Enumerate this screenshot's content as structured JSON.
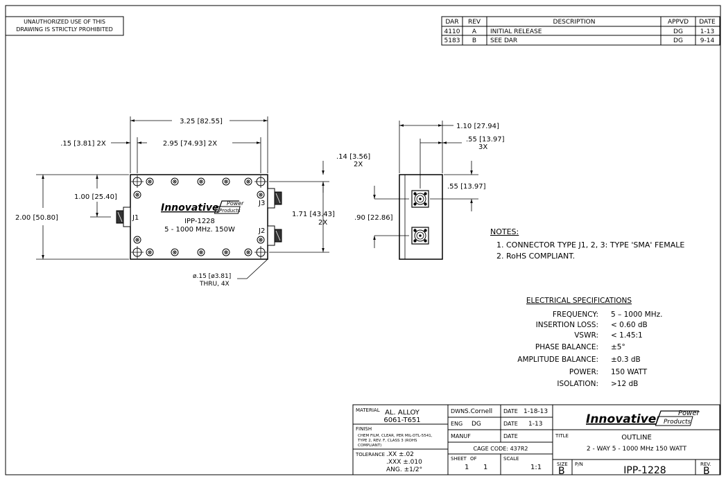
{
  "warning": [
    "UNAUTHORIZED USE OF THIS",
    "DRAWING IS STRICTLY PROHIBITED"
  ],
  "revision_table": {
    "headers": [
      "DAR",
      "REV",
      "DESCRIPTION",
      "APPVD",
      "DATE"
    ],
    "rows": [
      [
        "4110",
        "A",
        "INITIAL RELEASE",
        "DG",
        "1-13"
      ],
      [
        "5183",
        "B",
        "SEE DAR",
        "DG",
        "9-14"
      ]
    ]
  },
  "front_view": {
    "dim_overall_length": "3.25 [82.55]",
    "dim_edge_offset": ".15 [3.81] 2X",
    "dim_hole_spacing": "2.95 [74.93] 2X",
    "dim_top_offset": ".14 [3.56]",
    "dim_top_offset_qty": "2X",
    "dim_height": "2.00 [50.80]",
    "dim_j1_height": "1.00 [25.40]",
    "dim_hole_spacing_v": "1.71 [43.43]",
    "dim_hole_spacing_v_qty": "2X",
    "hole_callout": [
      "ø.15 [ø3.81]",
      "THRU, 4X"
    ],
    "connectors": [
      "J1",
      "J2",
      "J3"
    ],
    "logo_word": "Innovative",
    "logo_power": "Power",
    "logo_products": "Products",
    "model": "IPP-1228",
    "model_desc": "5 - 1000 MHz. 150W"
  },
  "side_view": {
    "dim_width": "1.10 [27.94]",
    "dim_conn_offset": ".55 [13.97]",
    "dim_conn_offset_qty": "3X",
    "dim_conn_top": ".55 [13.97]",
    "dim_conn_spacing": ".90 [22.86]"
  },
  "notes": {
    "title": "NOTES:",
    "items": [
      "1. CONNECTOR TYPE J1, 2, 3: TYPE 'SMA' FEMALE",
      "2. RoHS COMPLIANT."
    ]
  },
  "specs": {
    "title": "ELECTRICAL SPECIFICATIONS",
    "rows": [
      {
        "label": "FREQUENCY:",
        "value": "5 – 1000 MHz."
      },
      {
        "label": "INSERTION LOSS:",
        "value": "< 0.60 dB"
      },
      {
        "label": "VSWR:",
        "value": "< 1.45:1"
      },
      {
        "label": "PHASE BALANCE:",
        "value": "±5°"
      },
      {
        "label": "AMPLITUDE BALANCE:",
        "value": "±0.3 dB"
      },
      {
        "label": "POWER:",
        "value": "150 WATT"
      },
      {
        "label": "ISOLATION:",
        "value": ">12 dB"
      }
    ]
  },
  "title_block": {
    "material_label": "MATERIAL",
    "material": "AL. ALLOY",
    "material_spec": "6061-T651",
    "finish_label": "FINISH",
    "finish_lines": [
      "CHEM FILM, CLEAR, PER MIL-DTL-5541,",
      "TYPE 2, REV. F, CLASS 3 (ROHS",
      "COMPLIANT)"
    ],
    "tolerance_label": "TOLERANCE",
    "tolerance_lines": [
      ".XX ±.02",
      ".XXX ±.010",
      "ANG. ±1/2°"
    ],
    "dwn_label": "DWN",
    "dwn": "S.Cornell",
    "eng_label": "ENG",
    "eng": "DG",
    "date_label": "DATE",
    "dwn_date": "1-18-13",
    "eng_date": "1-13",
    "manuf_label": "MANUF",
    "cage_code": "CAGE CODE: 437R2",
    "sheet_label": "SHEET",
    "of_label": "OF",
    "sheet": "1",
    "sheet_total": "1",
    "scale_label": "SCALE",
    "scale": "1:1",
    "title_label": "TITLE",
    "title": "OUTLINE",
    "subtitle": "2 - WAY 5 - 1000 MHz 150 WATT",
    "size_label": "SIZE",
    "size": "B",
    "pn_label": "P/N",
    "part_number": "IPP-1228",
    "rev_label": "REV.",
    "rev": "B"
  }
}
